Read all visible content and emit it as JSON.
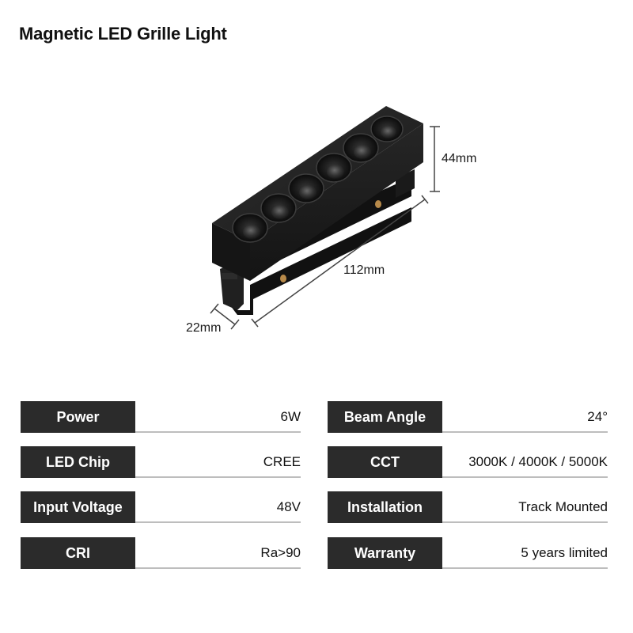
{
  "title": "Magnetic LED Grille Light",
  "dimensions": {
    "height": "44mm",
    "length": "112mm",
    "width": "22mm"
  },
  "specs_left": [
    {
      "label": "Power",
      "value": "6W"
    },
    {
      "label": "LED Chip",
      "value": "CREE"
    },
    {
      "label": "Input Voltage",
      "value": "48V"
    },
    {
      "label": "CRI",
      "value": "Ra>90"
    }
  ],
  "specs_right": [
    {
      "label": "Beam Angle",
      "value": "24°"
    },
    {
      "label": "CCT",
      "value": "3000K / 4000K / 5000K"
    },
    {
      "label": "Installation",
      "value": "Track Mounted"
    },
    {
      "label": "Warranty",
      "value": "5 years limited"
    }
  ],
  "colors": {
    "label_bg": "#2b2b2b",
    "label_text": "#ffffff",
    "divider": "#bdbdbd",
    "product_body": "#1c1c1c"
  }
}
